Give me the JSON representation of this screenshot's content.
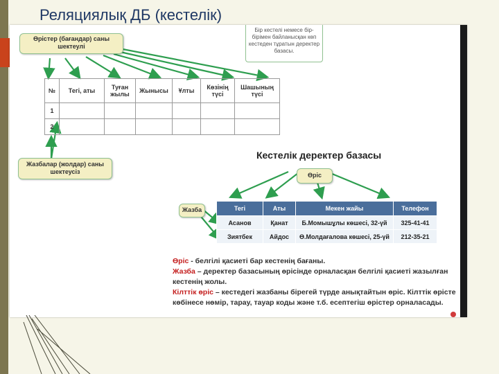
{
  "slide_title": "Реляциялық ДБ (кестелік)",
  "callouts": {
    "fields_limit": "Өрістер (бағандар) саны шектеулі",
    "records_limit": "Жазбалар (жолдар) саны шектеусіз",
    "note": "Бір кестелі немесе бір-бірімен байланысқан көп кестеден тұратын деректер базасы."
  },
  "table1": {
    "headers": [
      "№",
      "Тегі, аты",
      "Туған жылы",
      "Жынысы",
      "Ұлты",
      "Көзінің түсі",
      "Шашының түсі"
    ],
    "rows": [
      "1",
      "2"
    ]
  },
  "table_db": {
    "title": "Кестелік деректер базасы",
    "field_label": "Өріс",
    "record_label": "Жазба",
    "headers": [
      "Тегі",
      "Аты",
      "Мекен жайы",
      "Телефон"
    ],
    "rows": [
      [
        "Асанов",
        "Қанат",
        "Б.Момышұлы көшесі, 32-үй",
        "325-41-41"
      ],
      [
        "Зиятбек",
        "Айдос",
        "Ө.Молдағалова көшесі, 25-үй",
        "212-35-21"
      ]
    ]
  },
  "definitions": {
    "field_term": "Өріс",
    "field_text": " - белгілі қасиеті бар кестенің бағаны.",
    "record_term": "Жазба",
    "record_text": " – деректер базасының өрісінде орналасқан белгілі қасиеті жазылған кестенің жолы.",
    "key_term": "Кілттік өріс",
    "key_text": " – кестедегі жазбаны бірегей түрде анықтайтын өріс. Кілттік өрісте көбінесе нөмір, тарау, тауар коды және т.б. есептегіш өрістер орналасады."
  },
  "colors": {
    "title": "#1f3864",
    "accent_green": "#2e9e4f",
    "header_blue": "#4a6e9b",
    "term_red": "#c41e1e"
  }
}
